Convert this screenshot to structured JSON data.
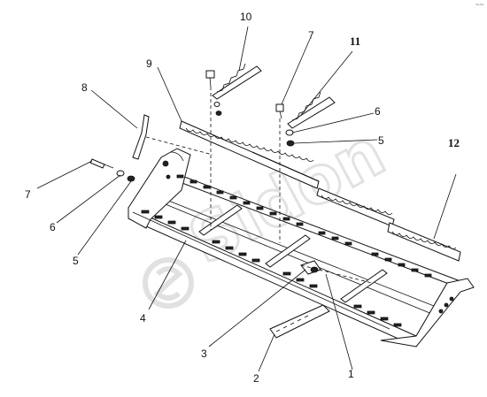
{
  "callouts": [
    {
      "id": "1",
      "text": "1"
    },
    {
      "id": "2",
      "text": "2"
    },
    {
      "id": "3",
      "text": "3"
    },
    {
      "id": "4",
      "text": "4"
    },
    {
      "id": "5a",
      "text": "5"
    },
    {
      "id": "5b",
      "text": "5"
    },
    {
      "id": "6a",
      "text": "6"
    },
    {
      "id": "6b",
      "text": "6"
    },
    {
      "id": "7a",
      "text": "7"
    },
    {
      "id": "7b",
      "text": "7"
    },
    {
      "id": "8",
      "text": "8"
    },
    {
      "id": "9",
      "text": "9"
    },
    {
      "id": "10",
      "text": "10"
    },
    {
      "id": "11",
      "text": "11"
    },
    {
      "id": "12",
      "text": "12"
    }
  ],
  "corner_mark": "~~",
  "watermark": "Sidon"
}
